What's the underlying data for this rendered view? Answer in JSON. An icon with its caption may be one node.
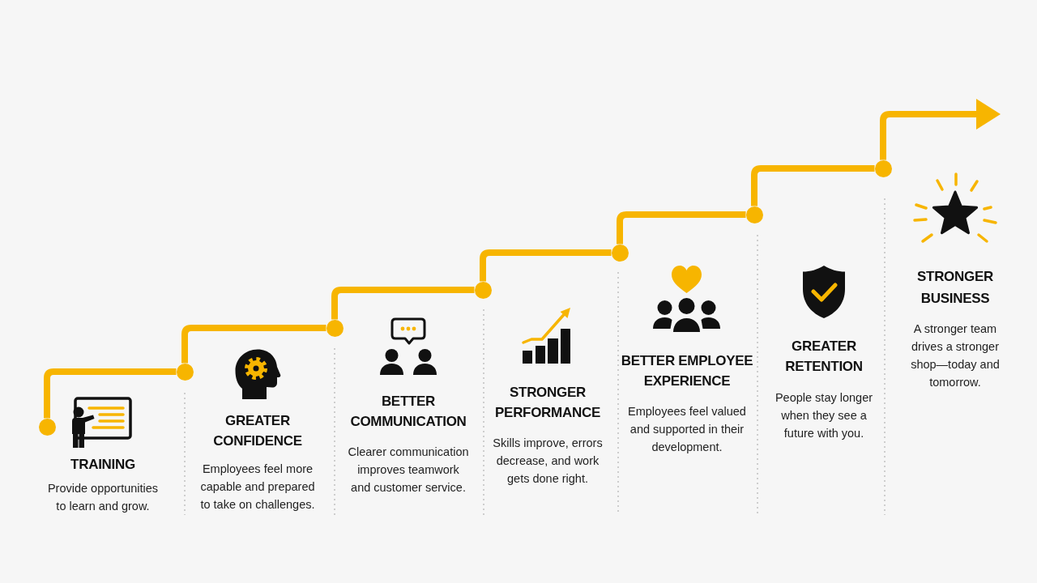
{
  "diagram": {
    "nodes": [
      {
        "text": [
          "TRAINING",
          "Provide opportunities to learn and grow."
        ]
      },
      {
        "text": [
          "GREATER CONFIDENCE",
          "Employees feel more capable and prepared to take on challenges."
        ]
      },
      {
        "text": [
          "BETTER COMMUNICATION",
          "Clearer communication improves teamwork and customer service."
        ]
      },
      {
        "text": [
          "STRONGER PERFORMANCE",
          "Skills improve, errors decrease, and work gets done right."
        ]
      },
      {
        "text": [
          "BETTER EMPLOYEE EXPERIENCE",
          "Employees feel valued and supported in their development."
        ]
      },
      {
        "text": [
          "GREATER RETENTION",
          "People stay longer when they see a future with you."
        ]
      },
      {
        "text": [
          "STRONGER BUSINESS",
          "A stronger team drives a stronger shop—today and tomorrow."
        ]
      },
      {
        "text": [],
        "shape": "circle"
      },
      {
        "text": [],
        "shape": "circle"
      },
      {
        "text": [],
        "shape": "circle"
      },
      {
        "text": [],
        "shape": "circle"
      },
      {
        "text": [],
        "shape": "circle"
      },
      {
        "text": [],
        "shape": "circle"
      },
      {
        "text": [],
        "shape": "circle"
      }
    ],
    "edges": [
      {
        "from": 7,
        "to": 8,
        "arrow": "none"
      },
      {
        "from": 8,
        "to": 9,
        "arrow": "none"
      },
      {
        "from": 9,
        "to": 10,
        "arrow": "none"
      },
      {
        "from": 10,
        "to": 11,
        "arrow": "none"
      },
      {
        "from": 11,
        "to": 12,
        "arrow": "none"
      },
      {
        "from": 12,
        "to": 13,
        "arrow": "none"
      },
      {
        "from": 13,
        "to": null,
        "arrow": "to"
      }
    ]
  }
}
